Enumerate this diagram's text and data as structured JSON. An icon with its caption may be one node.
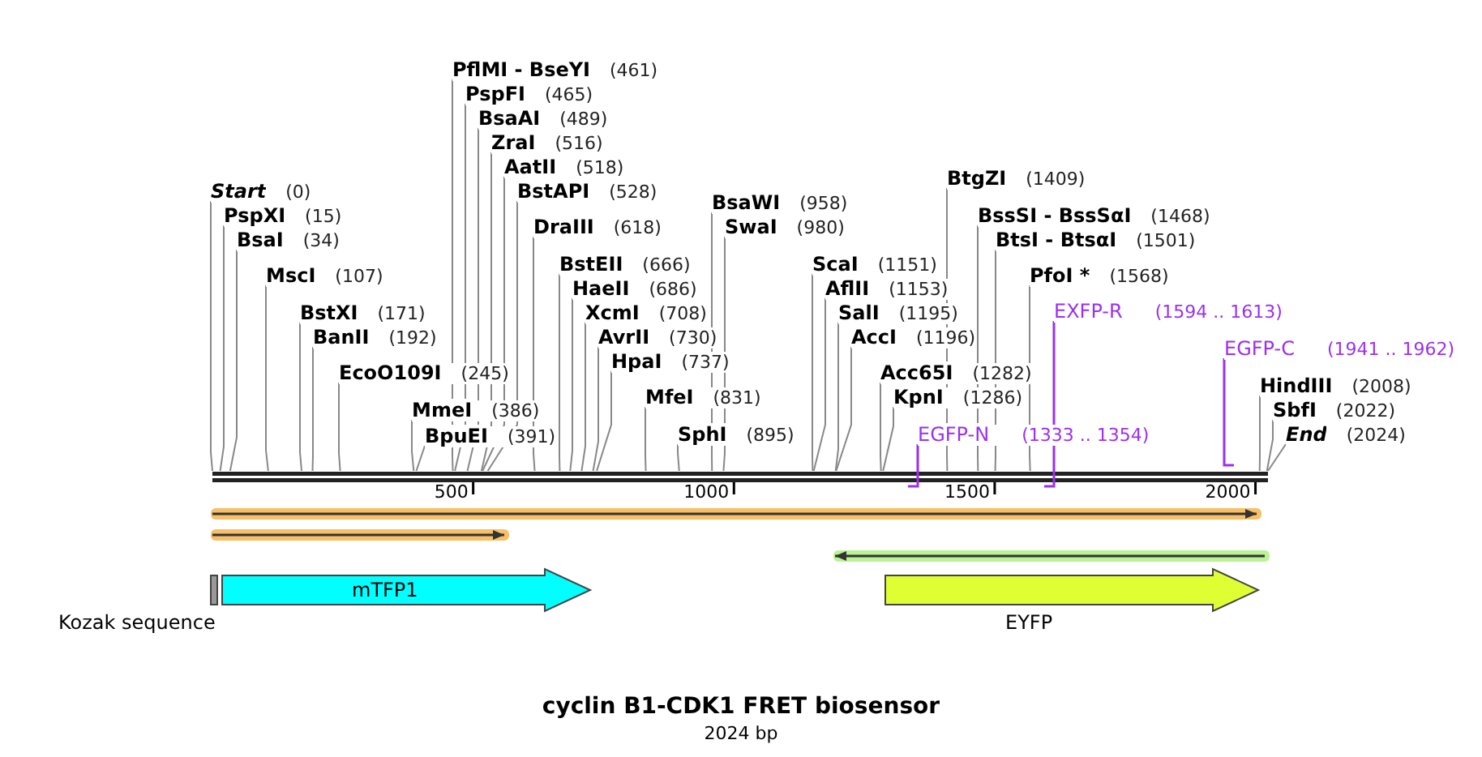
{
  "diagram": {
    "title": "cyclin B1-CDK1 FRET biosensor",
    "caption": "2024 bp",
    "nodes": [
      {
        "text": [
          "Start",
          "(0)"
        ]
      },
      {
        "text": [
          "PspXI",
          "(15)"
        ]
      },
      {
        "text": [
          "BsaI",
          "(34)"
        ]
      },
      {
        "text": [
          "MscI",
          "(107)"
        ]
      },
      {
        "text": [
          "BstXI",
          "(171)"
        ]
      },
      {
        "text": [
          "BanII",
          "(192)"
        ]
      },
      {
        "text": [
          "EcoO109I",
          "(245)"
        ]
      },
      {
        "text": [
          "MmeI",
          "(386)"
        ]
      },
      {
        "text": [
          "BpuEI",
          "(391)"
        ]
      },
      {
        "text": [
          "PflMI - BseYI",
          "(461)"
        ]
      },
      {
        "text": [
          "PspFI",
          "(465)"
        ]
      },
      {
        "text": [
          "BsaAI",
          "(489)"
        ]
      },
      {
        "text": [
          "ZraI",
          "(516)"
        ]
      },
      {
        "text": [
          "AatII",
          "(518)"
        ]
      },
      {
        "text": [
          "BstAPI",
          "(528)"
        ]
      },
      {
        "text": [
          "DraIII",
          "(618)"
        ]
      },
      {
        "text": [
          "BstEII",
          "(666)"
        ]
      },
      {
        "text": [
          "HaeII",
          "(686)"
        ]
      },
      {
        "text": [
          "XcmI",
          "(708)"
        ]
      },
      {
        "text": [
          "AvrII",
          "(730)"
        ]
      },
      {
        "text": [
          "HpaI",
          "(737)"
        ]
      },
      {
        "text": [
          "MfeI",
          "(831)"
        ]
      },
      {
        "text": [
          "SphI",
          "(895)"
        ]
      },
      {
        "text": [
          "BsaWI",
          "(958)"
        ]
      },
      {
        "text": [
          "SwaI",
          "(980)"
        ]
      },
      {
        "text": [
          "ScaI",
          "(1151)"
        ]
      },
      {
        "text": [
          "AflII",
          "(1153)"
        ]
      },
      {
        "text": [
          "SalI",
          "(1195)"
        ]
      },
      {
        "text": [
          "AccI",
          "(1196)"
        ]
      },
      {
        "text": [
          "Acc65I",
          "(1282)"
        ]
      },
      {
        "text": [
          "KpnI",
          "(1286)"
        ]
      },
      {
        "text": [
          "BtgZI",
          "(1409)"
        ]
      },
      {
        "text": [
          "BssSI - BssSαI",
          "(1468)"
        ]
      },
      {
        "text": [
          "BtsI - BtsαI",
          "(1501)"
        ]
      },
      {
        "text": [
          "PfoI *",
          "(1568)"
        ]
      },
      {
        "text": [
          "HindIII",
          "(2008)"
        ]
      },
      {
        "text": [
          "SbfI",
          "(2022)"
        ]
      },
      {
        "text": [
          "End",
          "(2024)"
        ]
      },
      {
        "text": [
          "EGFP-N",
          "(1333 .. 1354)"
        ]
      },
      {
        "text": [
          "EXFP-R",
          "(1594 .. 1613)"
        ]
      },
      {
        "text": [
          "EGFP-C",
          "(1941 .. 1962)"
        ]
      },
      {
        "text": [],
        "shape": "arrow"
      },
      {
        "text": [],
        "shape": "arrow"
      },
      {
        "text": [],
        "shape": "arrow"
      },
      {
        "text": [
          "Kozak sequence"
        ]
      },
      {
        "text": [
          "mTFP1"
        ]
      },
      {
        "text": [
          "EYFP"
        ]
      },
      {
        "text": [],
        "shape": "bar"
      }
    ],
    "edges": [
      {
        "from": 0,
        "to": 47,
        "arrow": "none"
      },
      {
        "from": 1,
        "to": 47,
        "arrow": "none"
      },
      {
        "from": 2,
        "to": 47,
        "arrow": "none"
      },
      {
        "from": 3,
        "to": 47,
        "arrow": "none"
      },
      {
        "from": 4,
        "to": 47,
        "arrow": "none"
      },
      {
        "from": 5,
        "to": 47,
        "arrow": "none"
      },
      {
        "from": 6,
        "to": 47,
        "arrow": "none"
      },
      {
        "from": 7,
        "to": 47,
        "arrow": "none"
      },
      {
        "from": 8,
        "to": 47,
        "arrow": "none"
      },
      {
        "from": 9,
        "to": 47,
        "arrow": "none"
      },
      {
        "from": 10,
        "to": 47,
        "arrow": "none"
      },
      {
        "from": 11,
        "to": 47,
        "arrow": "none"
      },
      {
        "from": 12,
        "to": 47,
        "arrow": "none"
      },
      {
        "from": 13,
        "to": 47,
        "arrow": "none"
      },
      {
        "from": 14,
        "to": 47,
        "arrow": "none"
      },
      {
        "from": 15,
        "to": 47,
        "arrow": "none"
      },
      {
        "from": 16,
        "to": 47,
        "arrow": "none"
      },
      {
        "from": 17,
        "to": 47,
        "arrow": "none"
      },
      {
        "from": 18,
        "to": 47,
        "arrow": "none"
      },
      {
        "from": 19,
        "to": 47,
        "arrow": "none"
      },
      {
        "from": 20,
        "to": 47,
        "arrow": "none"
      },
      {
        "from": 21,
        "to": 47,
        "arrow": "none"
      },
      {
        "from": 22,
        "to": 47,
        "arrow": "none"
      },
      {
        "from": 23,
        "to": 47,
        "arrow": "none"
      },
      {
        "from": 24,
        "to": 47,
        "arrow": "none"
      },
      {
        "from": 25,
        "to": 47,
        "arrow": "none"
      },
      {
        "from": 26,
        "to": 47,
        "arrow": "none"
      },
      {
        "from": 27,
        "to": 47,
        "arrow": "none"
      },
      {
        "from": 28,
        "to": 47,
        "arrow": "none"
      },
      {
        "from": 29,
        "to": 47,
        "arrow": "none"
      },
      {
        "from": 30,
        "to": 47,
        "arrow": "none"
      },
      {
        "from": 31,
        "to": 47,
        "arrow": "none"
      },
      {
        "from": 32,
        "to": 47,
        "arrow": "none"
      },
      {
        "from": 33,
        "to": 47,
        "arrow": "none"
      },
      {
        "from": 34,
        "to": 47,
        "arrow": "none"
      },
      {
        "from": 35,
        "to": 47,
        "arrow": "none"
      },
      {
        "from": 36,
        "to": 47,
        "arrow": "none"
      },
      {
        "from": 37,
        "to": 47,
        "arrow": "none"
      },
      {
        "from": 38,
        "to": 47,
        "arrow": "none",
        "color": "#9b30f0"
      },
      {
        "from": 39,
        "to": 47,
        "arrow": "none",
        "color": "#9b30f0"
      },
      {
        "from": 40,
        "to": 47,
        "arrow": "none",
        "color": "#9b30f0"
      }
    ],
    "labels": [
      "500",
      "1000",
      "1500",
      "2000"
    ]
  }
}
